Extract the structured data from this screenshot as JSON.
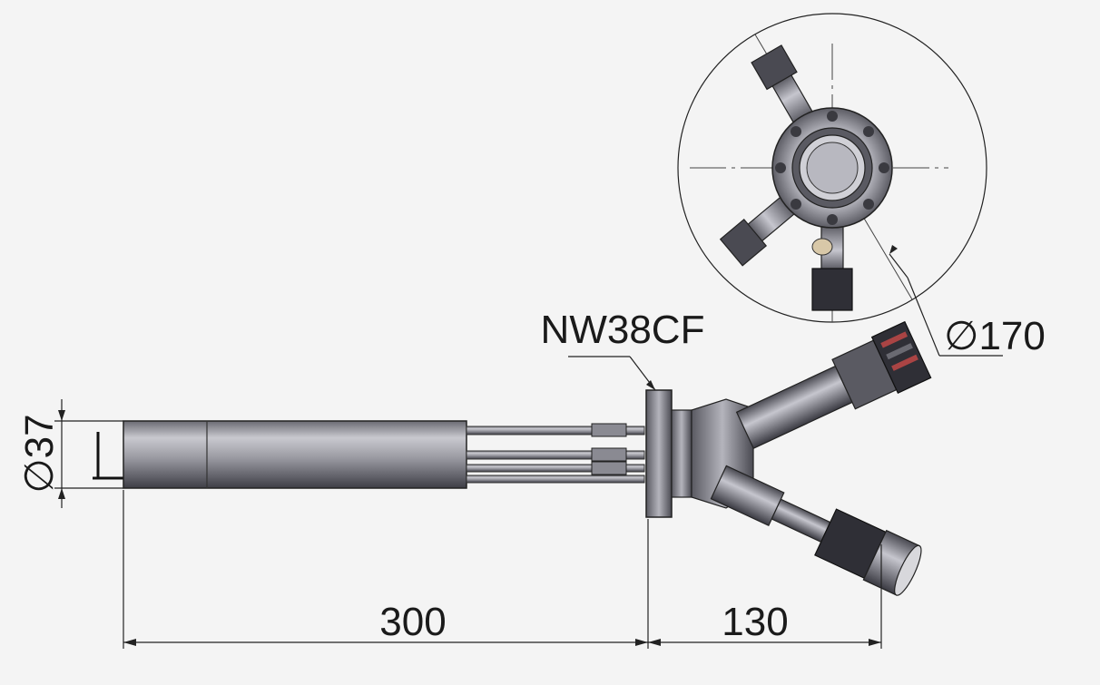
{
  "dimensions": {
    "probe_length": "300",
    "head_length": "130",
    "tube_diameter": "∅37",
    "view_circle_diameter": "∅170"
  },
  "flange_callout": "NW38CF",
  "colors": {
    "background": "#f4f4f4",
    "line": "#222222",
    "metal_light": "#d8d8dc",
    "metal_dark": "#3a3a40"
  }
}
